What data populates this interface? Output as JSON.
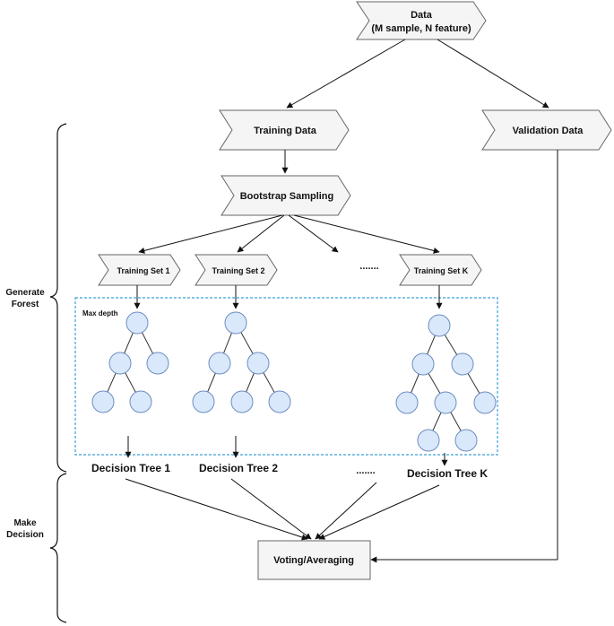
{
  "data_box": {
    "line1": "Data",
    "line2": "(M sample, N feature)"
  },
  "training_data": "Training Data",
  "validation_data": "Validation Data",
  "bootstrap": "Bootstrap Sampling",
  "training_sets": [
    "Training Set 1",
    "Training Set 2",
    "Training Set K"
  ],
  "ellipsis": ".......",
  "max_depth": "Max depth",
  "decision_trees": [
    "Decision Tree 1",
    "Decision Tree 2",
    "Decision Tree K"
  ],
  "voting": "Voting/Averaging",
  "side_labels": {
    "generate_line1": "Generate",
    "generate_line2": "Forest",
    "make_line1": "Make",
    "make_line2": "Decision"
  },
  "colors": {
    "node_fill": "#dae8fc",
    "node_stroke": "#6c8ebf",
    "box_fill": "#f5f5f5",
    "box_stroke": "#666666",
    "dashed_box": "#3aa0d8",
    "line": "#111111"
  }
}
